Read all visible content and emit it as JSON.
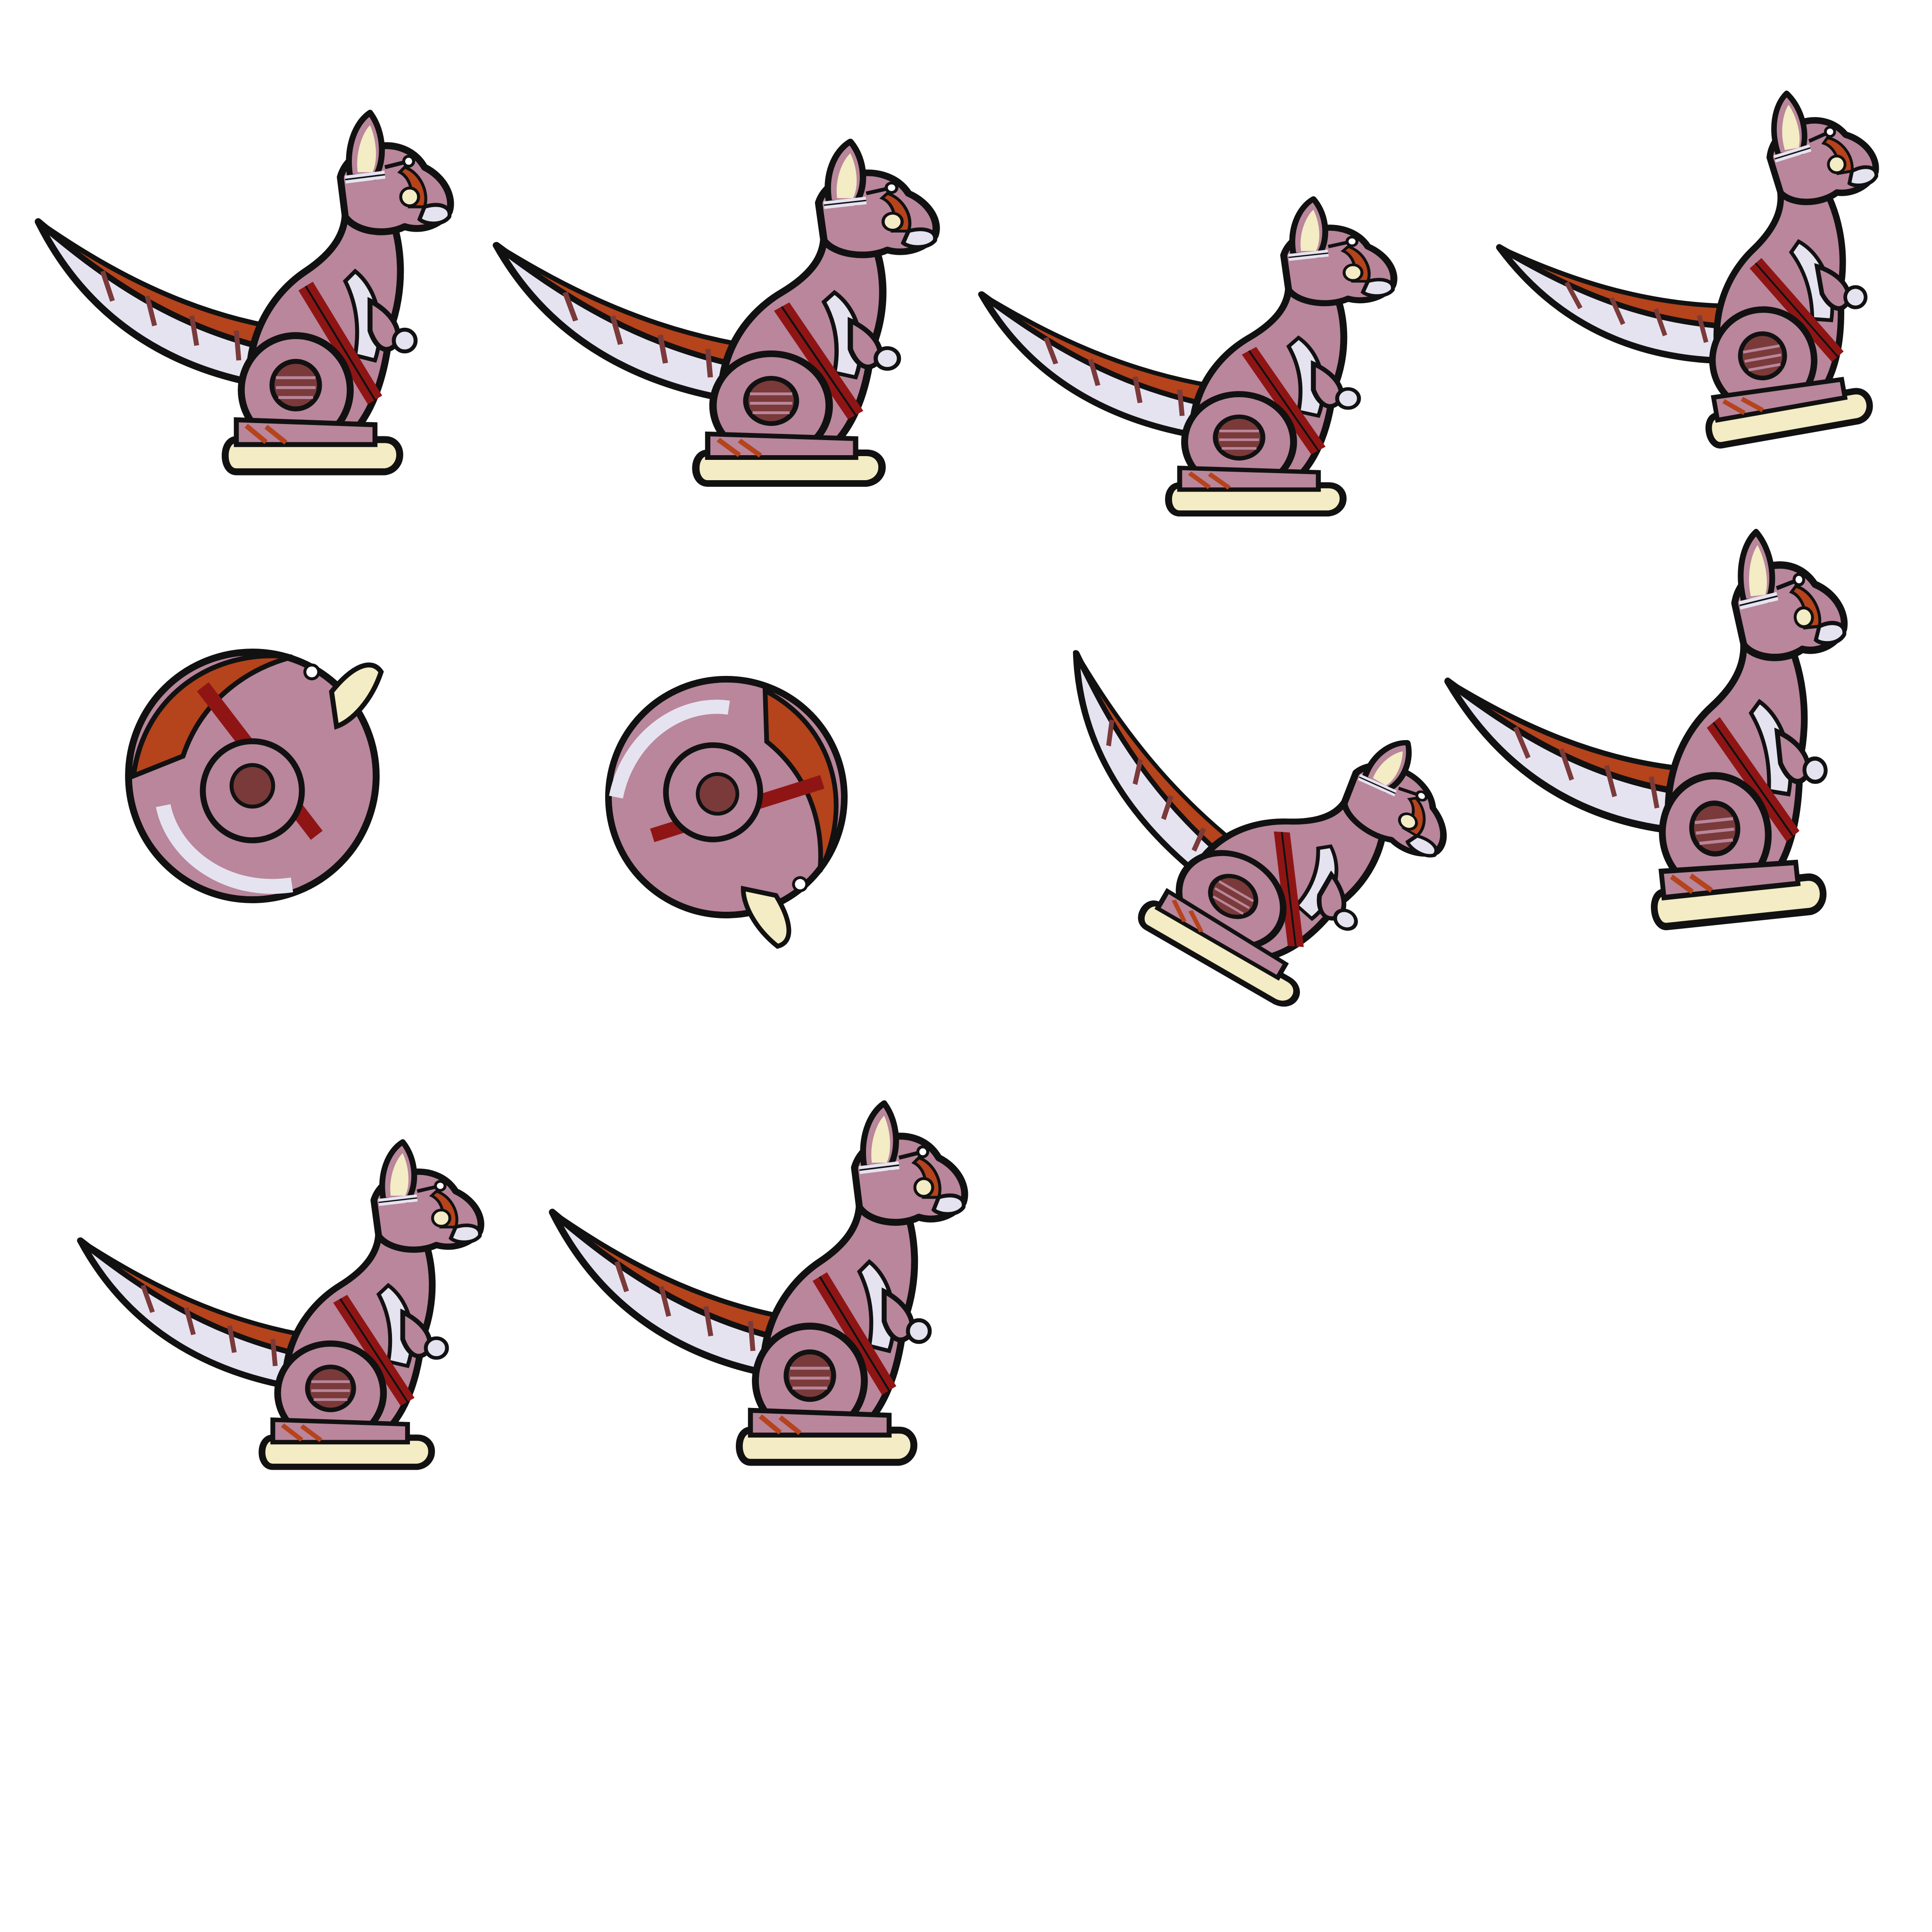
{
  "sprite_sheet": {
    "columns": 4,
    "rows": 3,
    "frame_count": 10,
    "colors": {
      "background": "#ffffff",
      "outline": "#111111",
      "body": "#b9869b",
      "stripe": "#b5431c",
      "stripe_dark": "#7a3a3a",
      "belly": "#e6e3f1",
      "harness": "#8f1515",
      "inner_ear": "#f3ecc4",
      "foot": "#f3ecc4"
    },
    "frames": [
      {
        "id": 1,
        "pose": "idle",
        "icon": "kangaroo-idle-icon"
      },
      {
        "id": 2,
        "pose": "idle-crouch",
        "icon": "kangaroo-crouch-icon"
      },
      {
        "id": 3,
        "pose": "crouch-low",
        "icon": "kangaroo-crouch-low-icon"
      },
      {
        "id": 4,
        "pose": "jump-start",
        "icon": "kangaroo-jump-start-icon"
      },
      {
        "id": 5,
        "pose": "roll-1",
        "icon": "kangaroo-roll-icon"
      },
      {
        "id": 6,
        "pose": "roll-2",
        "icon": "kangaroo-spin-icon"
      },
      {
        "id": 7,
        "pose": "flip",
        "icon": "kangaroo-flip-icon"
      },
      {
        "id": 8,
        "pose": "leap",
        "icon": "kangaroo-leap-icon"
      },
      {
        "id": 9,
        "pose": "land",
        "icon": "kangaroo-land-icon"
      },
      {
        "id": 10,
        "pose": "land-recover",
        "icon": "kangaroo-recover-icon"
      }
    ]
  }
}
